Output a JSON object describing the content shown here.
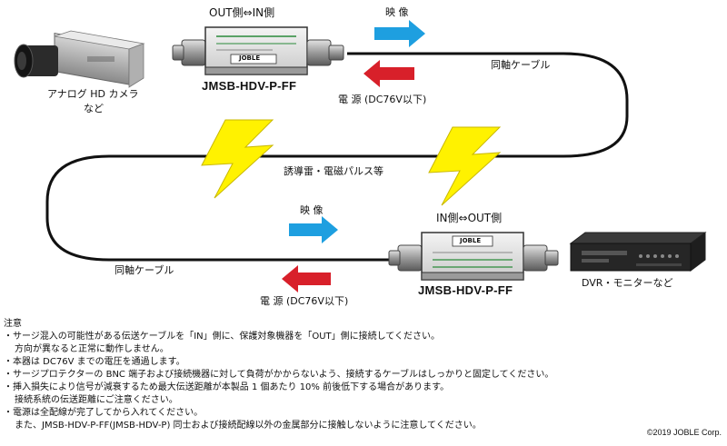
{
  "labels": {
    "top_side": "OUT側⇔IN側",
    "bottom_side": "IN側⇔OUT側",
    "video_top": "映 像",
    "video_bottom": "映 像",
    "cable_top": "同軸ケーブル",
    "cable_bottom": "同軸ケーブル",
    "power_top": "電 源 (DC76V以下)",
    "power_bottom": "電 源 (DC76V以下)",
    "surge": "誘導雷・電磁パルス等",
    "camera": "アナログ HD カメラ",
    "camera_sub": "など",
    "dvr": "DVR・モニターなど"
  },
  "device": {
    "model_top": "JMSB-HDV-P-FF",
    "model_bottom": "JMSB-HDV-P-FF",
    "brand": "JOBLE"
  },
  "notes": {
    "heading": "注意",
    "items": [
      "・サージ混入の可能性がある伝送ケーブルを「IN」側に、保護対象機器を「OUT」側に接続してください。",
      "方向が異なると正常に動作しません。",
      "・本器は DC76V までの電圧を通過します。",
      "・サージプロテクターの BNC 端子および接続機器に対して負荷がかからないよう、接続するケーブルはしっかりと固定してください。",
      "・挿入損失により信号が減衰するため最大伝送距離が本製品 1 個あたり 10% 前後低下する場合があります。",
      "接続系統の伝送距離にご注意ください。",
      "・電源は全配線が完了してから入れてください。",
      "また、JMSB-HDV-P-FF(JMSB-HDV-P) 同士および接続配線以外の金属部分に接触しないように注意してください。"
    ]
  },
  "copyright": "©2019 JOBLE Corp.",
  "colors": {
    "video_arrow": "#1e9fe0",
    "power_arrow": "#d8202a",
    "lightning": "#fff200",
    "cable": "#111111"
  }
}
